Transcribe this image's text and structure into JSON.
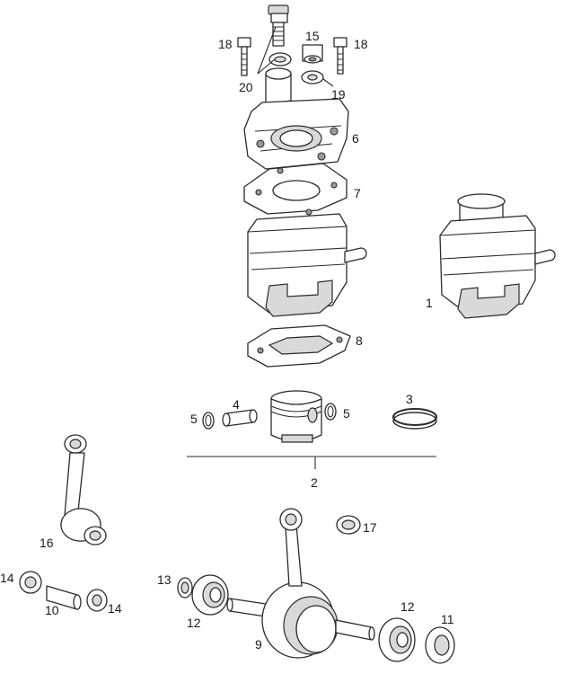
{
  "diagram": {
    "callouts": {
      "c1": "1",
      "c2": "2",
      "c3": "3",
      "c4": "4",
      "c5a": "5",
      "c5b": "5",
      "c6": "6",
      "c7": "7",
      "c8": "8",
      "c9": "9",
      "c10": "10",
      "c11": "11",
      "c12a": "12",
      "c12b": "12",
      "c13": "13",
      "c14a": "14",
      "c14b": "14",
      "c15": "15",
      "c16": "16",
      "c17": "17",
      "c18a": "18",
      "c18b": "18",
      "c19": "19",
      "c20": "20"
    }
  }
}
